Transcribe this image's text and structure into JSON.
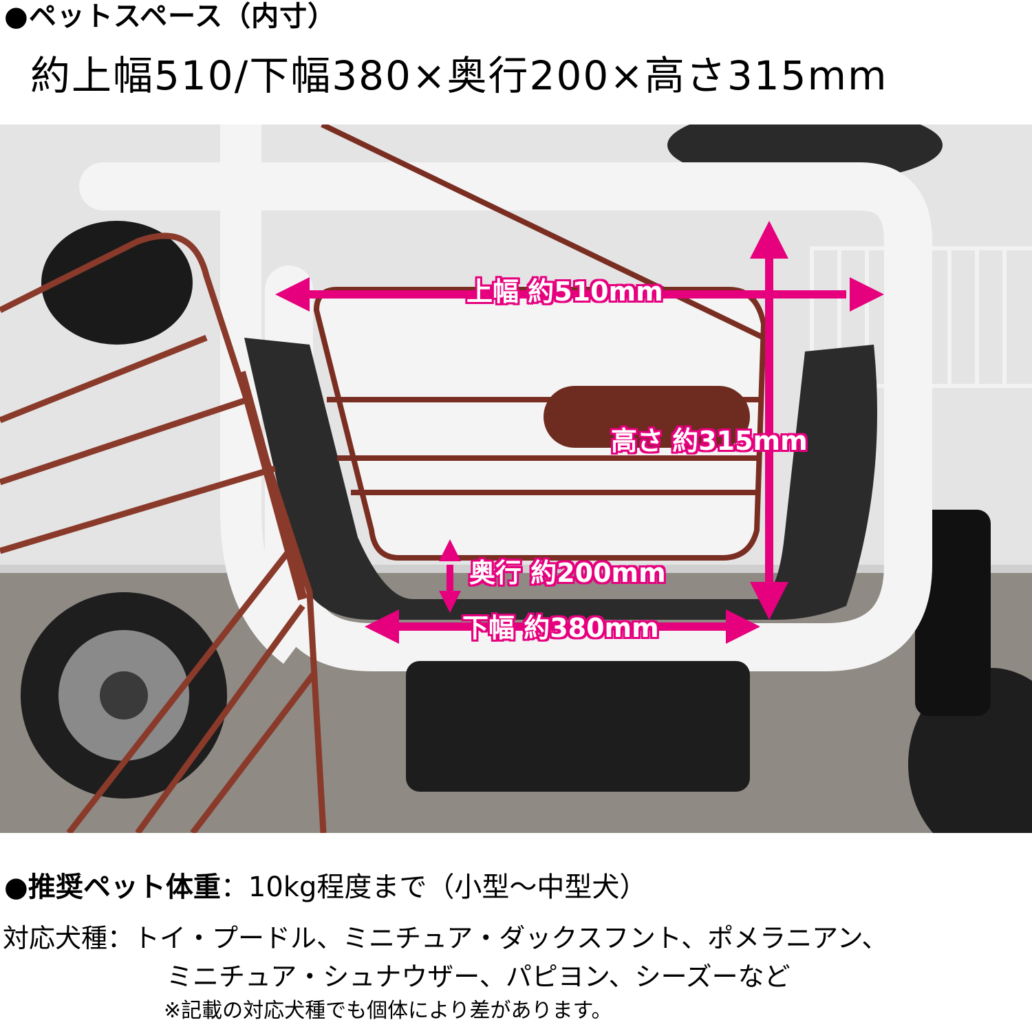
{
  "header": {
    "section_title": "●ペットスペース（内寸）",
    "dimensions_summary": "約上幅510/下幅380×奥行200×高さ315mm"
  },
  "photo": {
    "description": "Pet space of electric bicycle with magenta dimension arrows",
    "accent_color": "#e6007e",
    "annotations": {
      "top_width": "上幅 約510mm",
      "height": "高さ 約315mm",
      "depth": "奥行 約200mm",
      "bottom_width": "下幅 約380mm"
    }
  },
  "specs": {
    "weight_label": "●推奨ペット体重",
    "weight_value": "：10kg程度まで（小型～中型犬）",
    "breeds_label": "対応犬種：",
    "breeds_line1": "トイ・プードル、ミニチュア・ダックスフント、ポメラニアン、",
    "breeds_line2": "ミニチュア・シュナウザー、パピヨン、シーズーなど",
    "note": "※記載の対応犬種でも個体により差があります。"
  }
}
